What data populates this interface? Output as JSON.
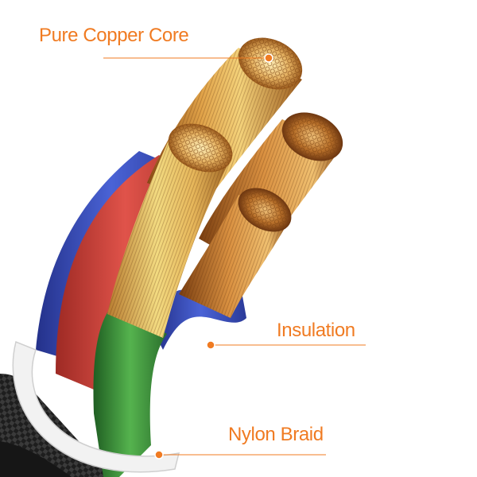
{
  "callouts": {
    "core": "Pure Copper Core",
    "insulation": "Insulation",
    "braid": "Nylon Braid"
  },
  "colors": {
    "accent": "#f07b22",
    "wire_red": "#d8463d",
    "wire_green": "#3e9b3c",
    "wire_blue": "#3a4fbf",
    "copper": "#c9822e",
    "braid": "#2a2a2a",
    "collar": "#f2f2f2"
  },
  "icons": {
    "core_marker": "orange-dot",
    "insulation_marker": "orange-dot",
    "braid_marker": "orange-dot"
  }
}
